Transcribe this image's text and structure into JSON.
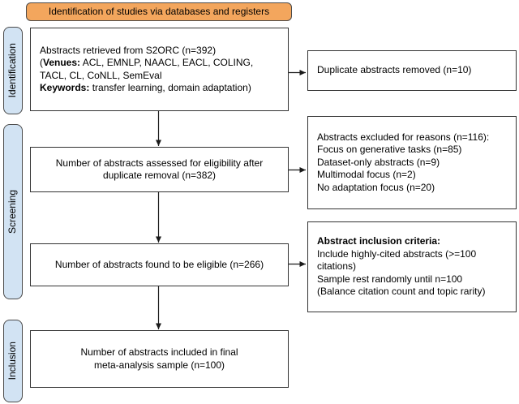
{
  "banner": {
    "label": "Identification of studies via databases and registers"
  },
  "stages": [
    {
      "label": "Identification"
    },
    {
      "label": "Screening"
    },
    {
      "label": "Inclusion"
    }
  ],
  "flow": {
    "retrieved_box": {
      "line1": "Abstracts retrieved from S2ORC (n=392)",
      "line2_prefix": "(",
      "line2_bold": "Venues:",
      "line2_rest": " ACL, EMNLP, NAACL, EACL, COLING,",
      "line3": "TACL, CL, CoNLL, SemEval",
      "line4_bold": "Keywords:",
      "line4_rest": " transfer learning, domain adaptation)"
    },
    "assessed_box": {
      "line1": "Number of abstracts assessed for eligibility after",
      "line2": "duplicate removal (n=382)"
    },
    "eligible_box": {
      "text": "Number of abstracts found to be eligible (n=266)"
    },
    "included_box": {
      "line1": "Number of abstracts included in final",
      "line2": "meta-analysis sample (n=100)"
    }
  },
  "side": {
    "duplicates_box": {
      "text": "Duplicate abstracts removed (n=10)"
    },
    "excluded_box": {
      "lines": [
        "Abstracts excluded for reasons (n=116):",
        "Focus on generative tasks (n=85)",
        "Dataset-only abstracts (n=9)",
        "Multimodal focus (n=2)",
        "No adaptation focus (n=20)"
      ]
    },
    "criteria_box": {
      "title": "Abstract inclusion criteria:",
      "lines": [
        "Include highly-cited abstracts (>=100 citations)",
        "Sample rest randomly until n=100",
        "(Balance citation count and topic rarity)"
      ]
    }
  },
  "colors": {
    "banner_fill": "#F3A65D",
    "banner_border": "#4A4A4A",
    "stage_fill": "#D2E3F3",
    "stage_border": "#4A4A4A",
    "box_border": "#333333",
    "arrow": "#1A1A1A",
    "text": "#000000",
    "background": "#FFFFFF"
  }
}
